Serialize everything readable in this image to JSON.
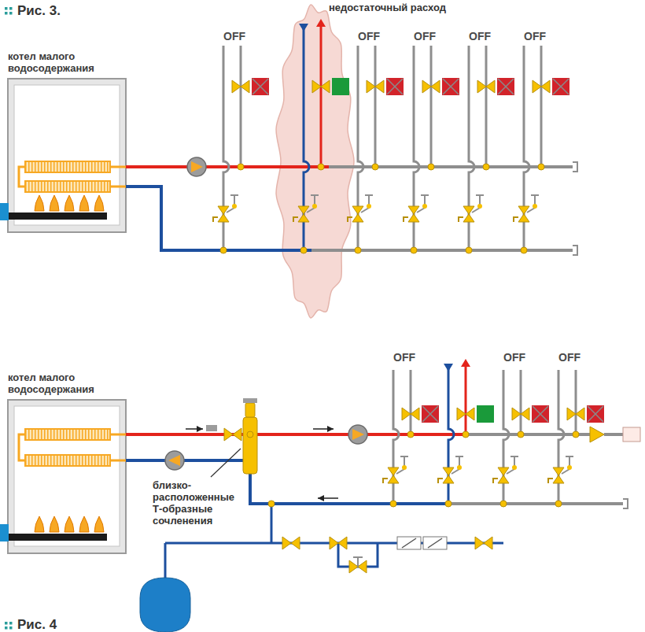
{
  "diagram": {
    "title": "Рис. 3.",
    "nodes": [
      {
        "text": [
          "котел малого водосодержания"
        ]
      },
      {
        "text": [
          "котел малого водосодержания"
        ]
      }
    ],
    "labels": [
      "недостаточный расход",
      "OFF",
      "OFF",
      "OFF",
      "OFF",
      "OFF",
      "OFF",
      "OFF",
      "OFF",
      "близко- расположенные Т-образные сочленения",
      "Рис. 4"
    ]
  }
}
